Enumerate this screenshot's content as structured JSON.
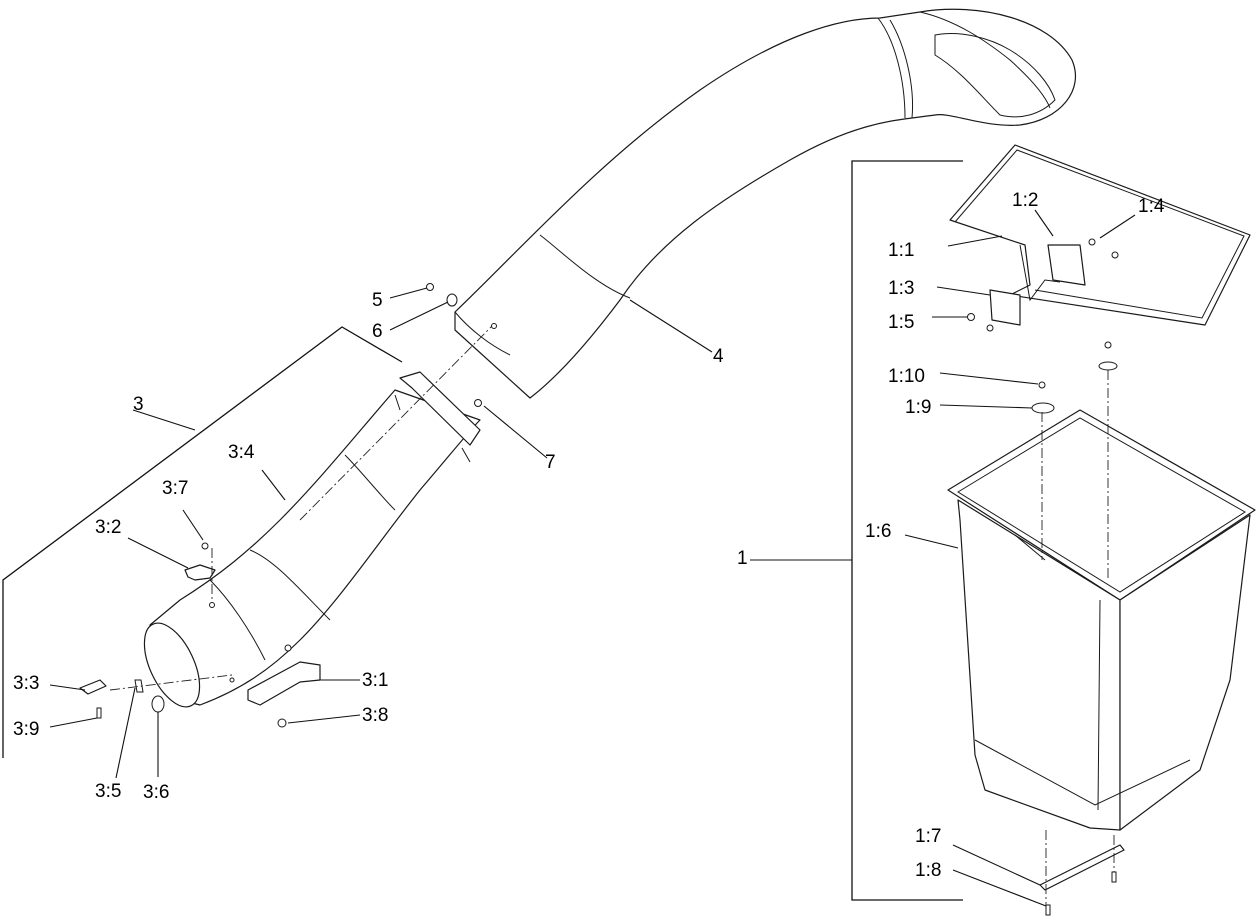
{
  "diagram": {
    "callouts": {
      "item_1": "1",
      "item_1_1": "1:1",
      "item_1_2": "1:2",
      "item_1_3": "1:3",
      "item_1_4": "1:4",
      "item_1_5": "1:5",
      "item_1_6": "1:6",
      "item_1_7": "1:7",
      "item_1_8": "1:8",
      "item_1_9": "1:9",
      "item_1_10": "1:10",
      "item_3": "3",
      "item_3_1": "3:1",
      "item_3_2": "3:2",
      "item_3_3": "3:3",
      "item_3_4": "3:4",
      "item_3_5": "3:5",
      "item_3_6": "3:6",
      "item_3_7": "3:7",
      "item_3_8": "3:8",
      "item_3_9": "3:9",
      "item_4": "4",
      "item_5": "5",
      "item_6": "6",
      "item_7": "7"
    }
  }
}
